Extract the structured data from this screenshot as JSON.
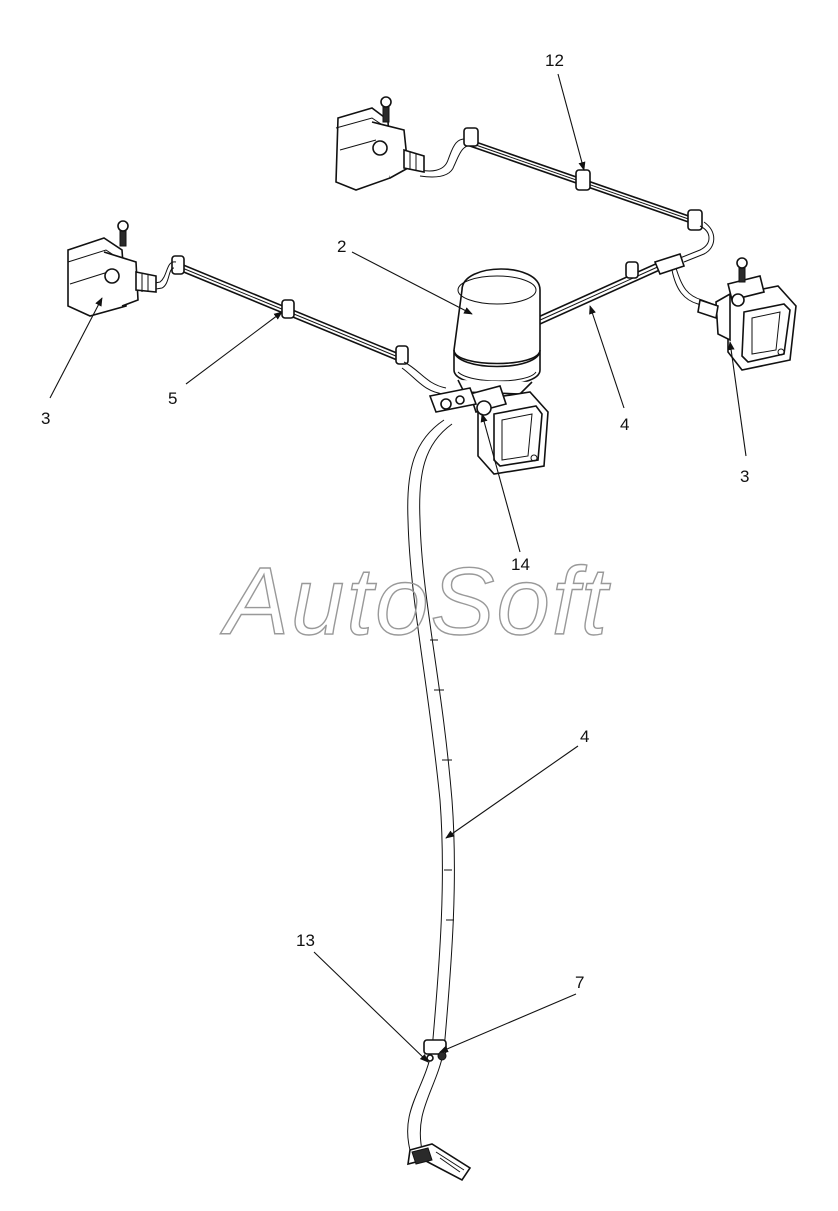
{
  "watermark": "AutoSoft",
  "callouts": [
    {
      "id": "c12",
      "label": "12"
    },
    {
      "id": "c2",
      "label": "2"
    },
    {
      "id": "c3l",
      "label": "3"
    },
    {
      "id": "c5",
      "label": "5"
    },
    {
      "id": "c4r",
      "label": "4"
    },
    {
      "id": "c3r",
      "label": "3"
    },
    {
      "id": "c14",
      "label": "14"
    },
    {
      "id": "c4low",
      "label": "4"
    },
    {
      "id": "c13",
      "label": "13"
    },
    {
      "id": "c7",
      "label": "7"
    }
  ],
  "colors": {
    "line": "#111111",
    "watermark": "#999999",
    "background": "#ffffff"
  }
}
